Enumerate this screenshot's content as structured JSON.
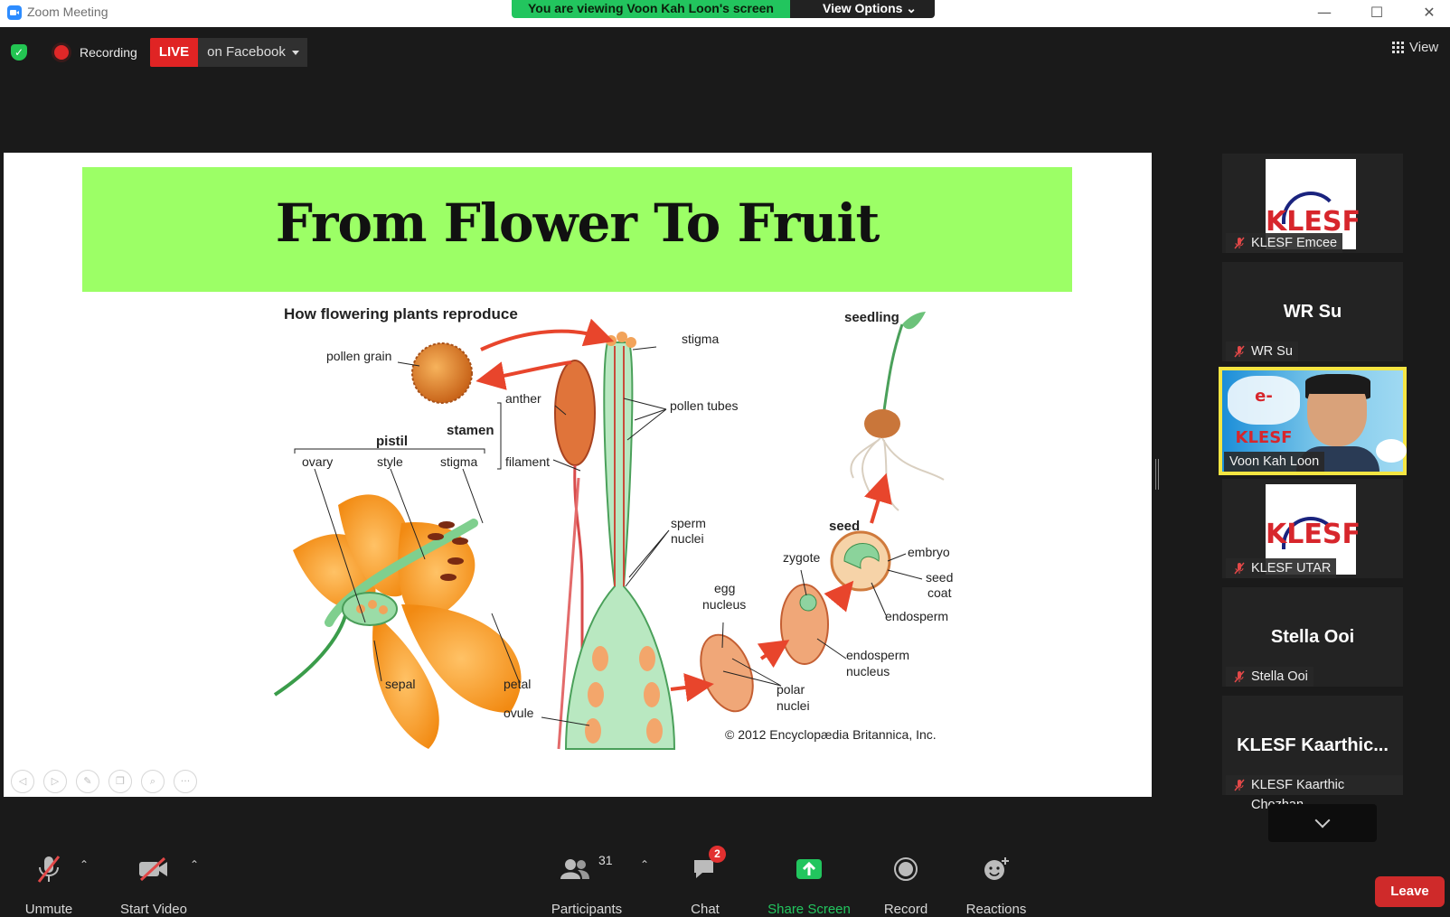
{
  "window": {
    "title": "Zoom Meeting"
  },
  "share_banner": {
    "message": "You are viewing Voon Kah Loon's screen",
    "options_label": "View Options ⌄"
  },
  "status": {
    "recording_label": "Recording",
    "live_label": "LIVE",
    "live_target": "on Facebook"
  },
  "view_label": "View",
  "slide": {
    "title": "From Flower To Fruit",
    "diagram": {
      "heading": "How flowering plants reproduce",
      "labels": {
        "pollen_grain": "pollen grain",
        "stigma_top": "stigma",
        "seedling": "seedling",
        "anther": "anther",
        "pollen_tubes": "pollen tubes",
        "stamen": "stamen",
        "pistil": "pistil",
        "ovary": "ovary",
        "style": "style",
        "stigma": "stigma",
        "filament": "filament",
        "sperm": "sperm",
        "nuclei": "nuclei",
        "seed": "seed",
        "embryo": "embryo",
        "zygote": "zygote",
        "seed_coat_1": "seed",
        "seed_coat_2": "coat",
        "egg": "egg",
        "nucleus": "nucleus",
        "endosperm": "endosperm",
        "endosperm_nucleus_1": "endosperm",
        "endosperm_nucleus_2": "nucleus",
        "sepal": "sepal",
        "petal": "petal",
        "polar": "polar",
        "polar_nuclei": "nuclei",
        "ovule": "ovule",
        "copyright": "© 2012 Encyclopædia Britannica, Inc."
      }
    }
  },
  "participants": [
    {
      "name": "KLESF Emcee",
      "display": "logo",
      "logo_text": "KLESF",
      "muted": true
    },
    {
      "name": "WR Su",
      "display": "WR Su",
      "muted": true
    },
    {
      "name": "Voon Kah Loon",
      "display": "video",
      "logo_text": "e-KLESF",
      "muted": false,
      "active_speaker": true
    },
    {
      "name": "KLESF UTAR",
      "display": "logo",
      "logo_text": "KLESF",
      "muted": true
    },
    {
      "name": "Stella Ooi",
      "display": "Stella Ooi",
      "muted": true
    },
    {
      "name": "KLESF Kaarthic Chozhan",
      "display": "KLESF  Kaarthic...",
      "muted": true
    }
  ],
  "toolbar": {
    "unmute": "Unmute",
    "start_video": "Start Video",
    "participants": "Participants",
    "participant_count": "31",
    "chat": "Chat",
    "chat_badge": "2",
    "share_screen": "Share Screen",
    "record": "Record",
    "reactions": "Reactions",
    "leave": "Leave"
  },
  "colors": {
    "title_bar_green": "#9cff66",
    "live_red": "#e02424",
    "share_green": "#22c55e",
    "active_speaker": "#f4e542",
    "leave_red": "#cf2a2a"
  },
  "icons": [
    "zoom-app-icon",
    "shield-icon",
    "recording-icon",
    "grid-view-icon",
    "microphone-muted-icon",
    "video-muted-icon",
    "participants-icon",
    "chat-icon",
    "share-screen-icon",
    "record-icon",
    "reactions-icon",
    "chevron-down-icon"
  ]
}
